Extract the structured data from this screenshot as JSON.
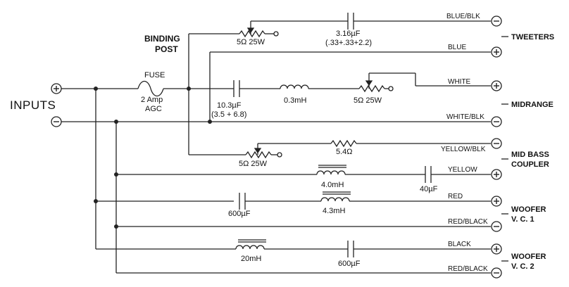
{
  "labels": {
    "inputs": "INPUTS",
    "binding_post_line1": "BINDING",
    "binding_post_line2": "POST",
    "fuse": "FUSE",
    "fuse_rating_line1": "2 Amp",
    "fuse_rating_line2": "AGC"
  },
  "components": {
    "cap_tweeter": "3.16µF",
    "cap_tweeter_detail": "(.33+.33+2.2)",
    "pot_tweeter": "5Ω 25W",
    "cap_mid": "10.3µF",
    "cap_mid_detail": "(3.5 + 6.8)",
    "ind_mid": "0.3mH",
    "pot_mid": "5Ω 25W",
    "pot_bass": "5Ω  25W",
    "res_bass": "5.4Ω",
    "ind_bass": "4.0mH",
    "cap_bass": "40µF",
    "cap_woofer1": "600µF",
    "ind_woofer1": "4.3mH",
    "ind_woofer2": "20mH",
    "cap_woofer2": "600µF"
  },
  "wires": {
    "blue_blk": "BLUE/BLK",
    "blue": "BLUE",
    "white": "WHITE",
    "white_blk": "WHITE/BLK",
    "yellow_blk": "YELLOW/BLK",
    "yellow": "YELLOW",
    "red": "RED",
    "red_black_1": "RED/BLACK",
    "black": "BLACK",
    "red_black_2": "RED/BLACK"
  },
  "speakers": {
    "tweeters": "TWEETERS",
    "midrange": "MIDRANGE",
    "mid_bass_line1": "MID BASS",
    "mid_bass_line2": "COUPLER",
    "woofer1_line1": "WOOFER",
    "woofer1_line2": "V. C. 1",
    "woofer2_line1": "WOOFER",
    "woofer2_line2": "V. C. 2"
  }
}
